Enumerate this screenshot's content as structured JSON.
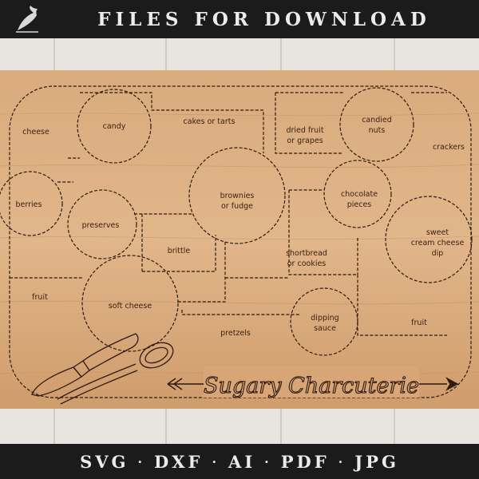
{
  "header": {
    "title": "FILES FOR DOWNLOAD",
    "logo_icon": "bird-logo-icon"
  },
  "board": {
    "title": "Sugary Charcuterie",
    "labels": {
      "cheese": "cheese",
      "candy": "candy",
      "cakes": "cakes or tarts",
      "dried1": "dried fruit",
      "dried2": "or grapes",
      "candied1": "candied",
      "candied2": "nuts",
      "crackers": "crackers",
      "berries": "berries",
      "preserves": "preserves",
      "brownies1": "brownies",
      "brownies2": "or fudge",
      "choc1": "chocolate",
      "choc2": "pieces",
      "sweet1": "sweet",
      "sweet2": "cream cheese",
      "sweet3": "dip",
      "brittle": "brittle",
      "shortbread1": "shortbread",
      "shortbread2": "or cookies",
      "fruit_left": "fruit",
      "soft_cheese": "soft cheese",
      "pretzels": "pretzels",
      "dipping1": "dipping",
      "dipping2": "sauce",
      "fruit_right": "fruit"
    },
    "icons": [
      "knife-icon",
      "spoon-icon",
      "arrow-icon"
    ],
    "colors": {
      "wood": "#d8a878",
      "engrave": "#2c1a0b",
      "planks": "#e7e4df"
    }
  },
  "footer": {
    "formats": [
      "SVG",
      "DXF",
      "AI",
      "PDF",
      "JPG"
    ],
    "separator": "·"
  }
}
